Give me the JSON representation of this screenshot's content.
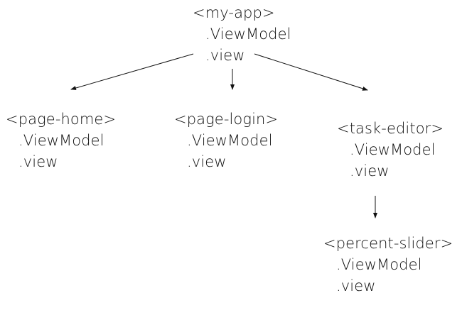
{
  "colors": {
    "text": "#111111",
    "arrow": "#111111",
    "background": "#ffffff"
  },
  "nodes": {
    "my_app": {
      "tag": "<my-app>",
      "viewmodel": ".ViewModel",
      "view": ".view"
    },
    "page_home": {
      "tag": "<page-home>",
      "viewmodel": ".ViewModel",
      "view": ".view"
    },
    "page_login": {
      "tag": "<page-login>",
      "viewmodel": ".ViewModel",
      "view": ".view"
    },
    "task_editor": {
      "tag": "<task-editor>",
      "viewmodel": ".ViewModel",
      "view": ".view"
    },
    "percent_slider": {
      "tag": "<percent-slider>",
      "viewmodel": ".ViewModel",
      "view": ".view"
    }
  },
  "edges": [
    {
      "from": "my_app",
      "to": "page_home"
    },
    {
      "from": "my_app",
      "to": "page_login"
    },
    {
      "from": "my_app",
      "to": "task_editor"
    },
    {
      "from": "task_editor",
      "to": "percent_slider"
    }
  ]
}
